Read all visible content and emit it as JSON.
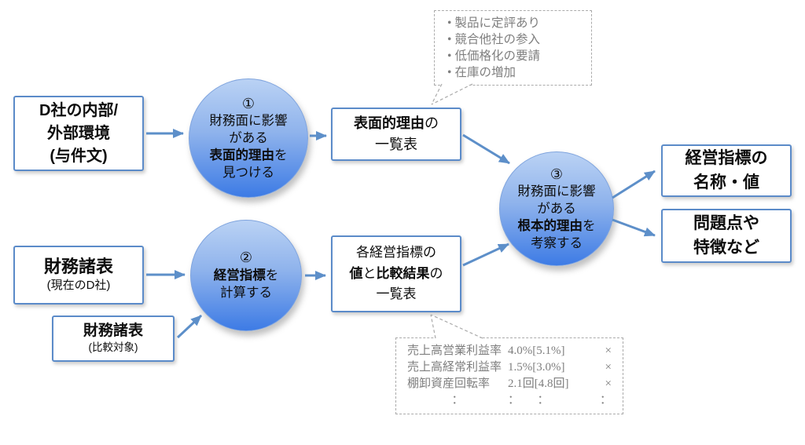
{
  "colors": {
    "box_border": "#5b8bc9",
    "arrow": "#5d8fc9",
    "circle_top": "#bad2f4",
    "circle_bottom": "#3d7be5",
    "callout_text": "#7f7f7f",
    "callout_border": "#ababab"
  },
  "nodes": {
    "env_box": {
      "lines": [
        "D社の内部/",
        "外部環境",
        "(与件文)"
      ]
    },
    "step1": {
      "number": "①",
      "line1": "財務面に影響",
      "line2": "がある",
      "line3_bold": "表面的理由",
      "line3_rest": "を",
      "line4": "見つける"
    },
    "surface_box": {
      "line1_bold": "表面的理由",
      "line1_rest": "の",
      "line2": "一覧表"
    },
    "step2": {
      "number": "②",
      "line1_bold": "経営指標",
      "line1_rest": "を",
      "line2": "計算する"
    },
    "step3": {
      "number": "③",
      "line1": "財務面に影響",
      "line2": "がある",
      "line3_bold": "根本的理由",
      "line3_rest": "を",
      "line4": "考察する"
    },
    "result_box1": {
      "lines": [
        "経営指標の",
        "名称・値"
      ]
    },
    "result_box2": {
      "lines": [
        "問題点や",
        "特徴など"
      ]
    },
    "fin_box1": {
      "title": "財務諸表",
      "subtitle": "(現在のD社)"
    },
    "fin_box2": {
      "title": "財務諸表",
      "subtitle": "(比較対象)"
    },
    "metrics_box": {
      "line1": "各経営指標の",
      "line2_bold1": "値",
      "line2_mid": "と",
      "line2_bold2": "比較結果",
      "line2_rest": "の",
      "line3": "一覧表"
    }
  },
  "callout_top": {
    "bullet": "•",
    "items": [
      "製品に定評あり",
      "競合他社の参入",
      "低価格化の要請",
      "在庫の増加"
    ]
  },
  "callout_bottom": {
    "rows": [
      {
        "name": "売上高営業利益率",
        "value": "4.0%[5.1%]",
        "mark": "×"
      },
      {
        "name": "売上高経常利益率",
        "value": "1.5%[3.0%]",
        "mark": "×"
      },
      {
        "name": "棚卸資産回転率",
        "value": "2.1回[4.8回]",
        "mark": "×"
      }
    ],
    "ellipsis_row": {
      "name": "：",
      "value": "：　　：",
      "mark": "："
    }
  }
}
